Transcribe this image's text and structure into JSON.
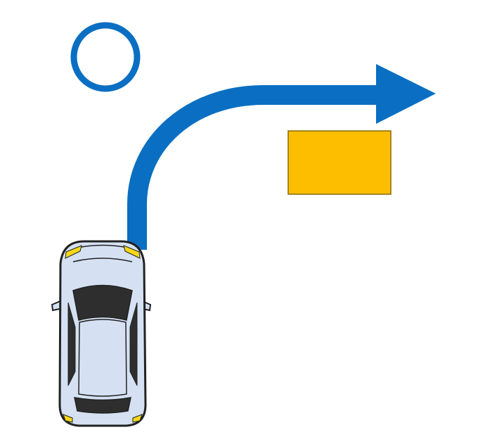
{
  "diagram": {
    "marker": {
      "shape": "circle",
      "meaning": "correct"
    },
    "path": {
      "direction": "right-turn"
    },
    "obstacle": {
      "shape": "rectangle"
    },
    "vehicle": {
      "type": "car",
      "view": "top-down",
      "heading": "up"
    }
  },
  "colors": {
    "arrow": "#0a6fc2",
    "circle": "#0a6fc2",
    "obstacle_fill": "#fdbe00",
    "obstacle_stroke": "#8a6a00",
    "car_body": "#d5e1f3",
    "car_outline": "#222222",
    "car_glass": "#2e2e2e",
    "car_lights": "#f5d81a",
    "background": "#ffffff"
  }
}
